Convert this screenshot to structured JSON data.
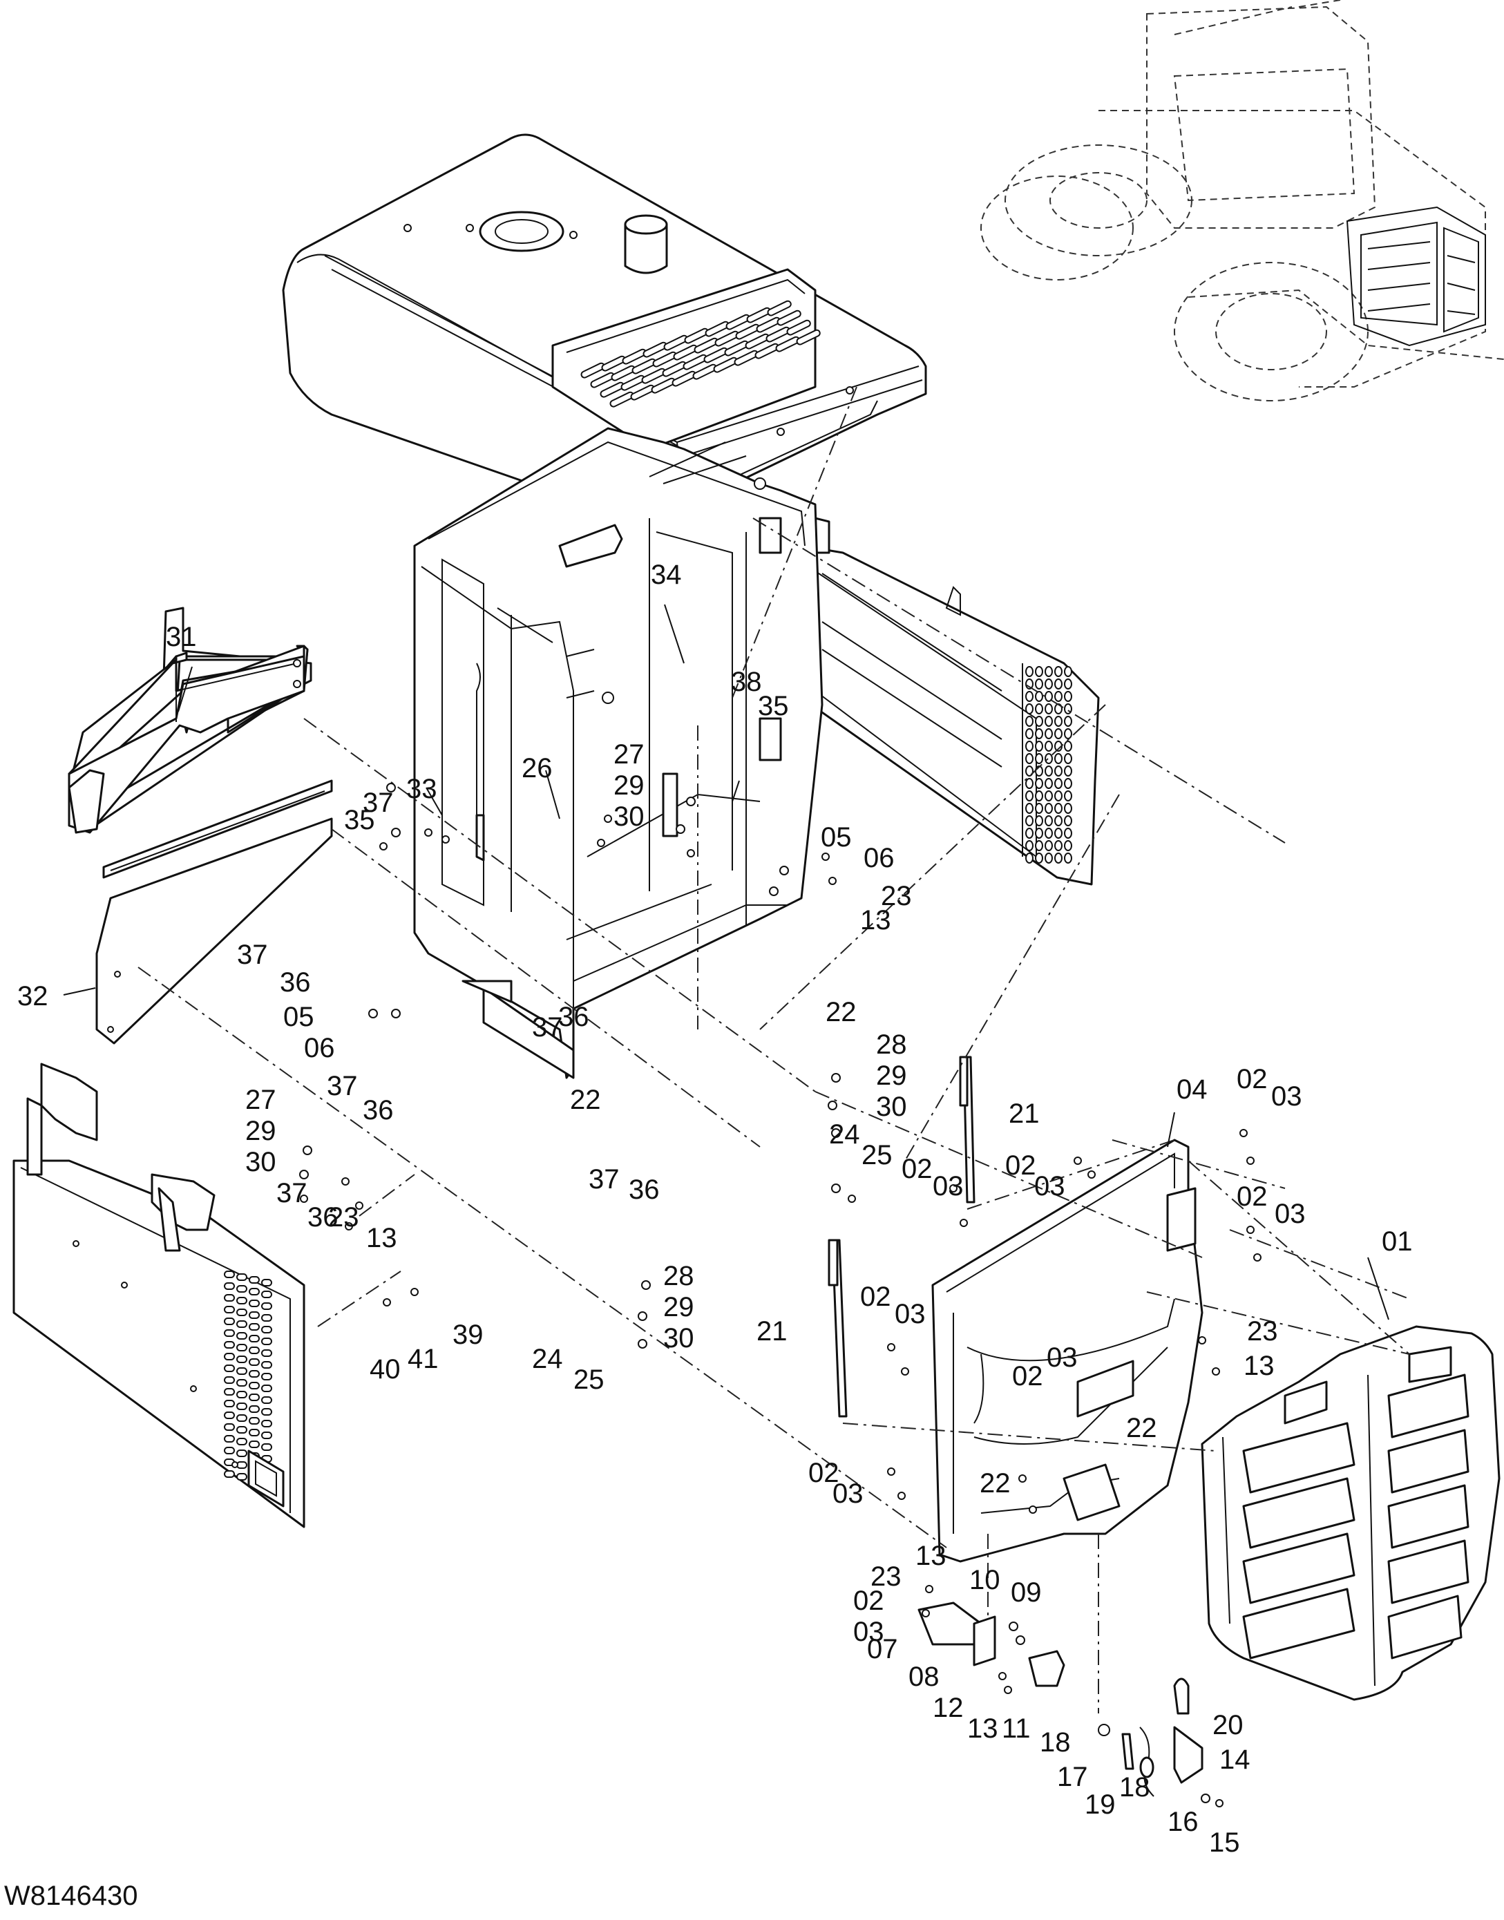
{
  "drawing_number": "W8146430",
  "callouts": [
    {
      "id": "c01",
      "label": "01"
    },
    {
      "id": "c02a",
      "label": "02"
    },
    {
      "id": "c03a",
      "label": "03"
    },
    {
      "id": "c02b",
      "label": "02"
    },
    {
      "id": "c03b",
      "label": "03"
    },
    {
      "id": "c02c",
      "label": "02"
    },
    {
      "id": "c03c",
      "label": "03"
    },
    {
      "id": "c02d",
      "label": "02"
    },
    {
      "id": "c03d",
      "label": "03"
    },
    {
      "id": "c02e",
      "label": "02"
    },
    {
      "id": "c03e",
      "label": "03"
    },
    {
      "id": "c02f",
      "label": "02"
    },
    {
      "id": "c03f",
      "label": "03"
    },
    {
      "id": "c02g",
      "label": "02"
    },
    {
      "id": "c03g",
      "label": "03"
    },
    {
      "id": "c02h",
      "label": "02"
    },
    {
      "id": "c03h",
      "label": "03"
    },
    {
      "id": "c04",
      "label": "04"
    },
    {
      "id": "c05a",
      "label": "05"
    },
    {
      "id": "c06a",
      "label": "06"
    },
    {
      "id": "c05b",
      "label": "05"
    },
    {
      "id": "c06b",
      "label": "06"
    },
    {
      "id": "c07",
      "label": "07"
    },
    {
      "id": "c08",
      "label": "08"
    },
    {
      "id": "c09",
      "label": "09"
    },
    {
      "id": "c10",
      "label": "10"
    },
    {
      "id": "c11",
      "label": "11"
    },
    {
      "id": "c12",
      "label": "12"
    },
    {
      "id": "c13a",
      "label": "13"
    },
    {
      "id": "c13b",
      "label": "13"
    },
    {
      "id": "c13c",
      "label": "13"
    },
    {
      "id": "c13d",
      "label": "13"
    },
    {
      "id": "c13e",
      "label": "13"
    },
    {
      "id": "c14",
      "label": "14"
    },
    {
      "id": "c15",
      "label": "15"
    },
    {
      "id": "c16",
      "label": "16"
    },
    {
      "id": "c17",
      "label": "17"
    },
    {
      "id": "c18a",
      "label": "18"
    },
    {
      "id": "c18b",
      "label": "18"
    },
    {
      "id": "c19",
      "label": "19"
    },
    {
      "id": "c20",
      "label": "20"
    },
    {
      "id": "c21a",
      "label": "21"
    },
    {
      "id": "c21b",
      "label": "21"
    },
    {
      "id": "c22a",
      "label": "22"
    },
    {
      "id": "c22b",
      "label": "22"
    },
    {
      "id": "c22c",
      "label": "22"
    },
    {
      "id": "c22d",
      "label": "22"
    },
    {
      "id": "c23a",
      "label": "23"
    },
    {
      "id": "c23b",
      "label": "23"
    },
    {
      "id": "c23c",
      "label": "23"
    },
    {
      "id": "c23d",
      "label": "23"
    },
    {
      "id": "c24a",
      "label": "24"
    },
    {
      "id": "c25a",
      "label": "25"
    },
    {
      "id": "c24b",
      "label": "24"
    },
    {
      "id": "c25b",
      "label": "25"
    },
    {
      "id": "c26",
      "label": "26"
    },
    {
      "id": "c27a",
      "label": "27"
    },
    {
      "id": "c29a",
      "label": "29"
    },
    {
      "id": "c30a",
      "label": "30"
    },
    {
      "id": "c27b",
      "label": "27"
    },
    {
      "id": "c29b",
      "label": "29"
    },
    {
      "id": "c30b",
      "label": "30"
    },
    {
      "id": "c28a",
      "label": "28"
    },
    {
      "id": "c29c",
      "label": "29"
    },
    {
      "id": "c30c",
      "label": "30"
    },
    {
      "id": "c28b",
      "label": "28"
    },
    {
      "id": "c29d",
      "label": "29"
    },
    {
      "id": "c30d",
      "label": "30"
    },
    {
      "id": "c31",
      "label": "31"
    },
    {
      "id": "c32",
      "label": "32"
    },
    {
      "id": "c33",
      "label": "33"
    },
    {
      "id": "c34",
      "label": "34"
    },
    {
      "id": "c35a",
      "label": "35"
    },
    {
      "id": "c35b",
      "label": "35"
    },
    {
      "id": "c36a",
      "label": "36"
    },
    {
      "id": "c36b",
      "label": "36"
    },
    {
      "id": "c36c",
      "label": "36"
    },
    {
      "id": "c36d",
      "label": "36"
    },
    {
      "id": "c36e",
      "label": "36"
    },
    {
      "id": "c37a",
      "label": "37"
    },
    {
      "id": "c37b",
      "label": "37"
    },
    {
      "id": "c37c",
      "label": "37"
    },
    {
      "id": "c37d",
      "label": "37"
    },
    {
      "id": "c37e",
      "label": "37"
    },
    {
      "id": "c37f",
      "label": "37"
    },
    {
      "id": "c38",
      "label": "38"
    },
    {
      "id": "c39",
      "label": "39"
    },
    {
      "id": "c40",
      "label": "40"
    },
    {
      "id": "c41",
      "label": "41"
    }
  ]
}
